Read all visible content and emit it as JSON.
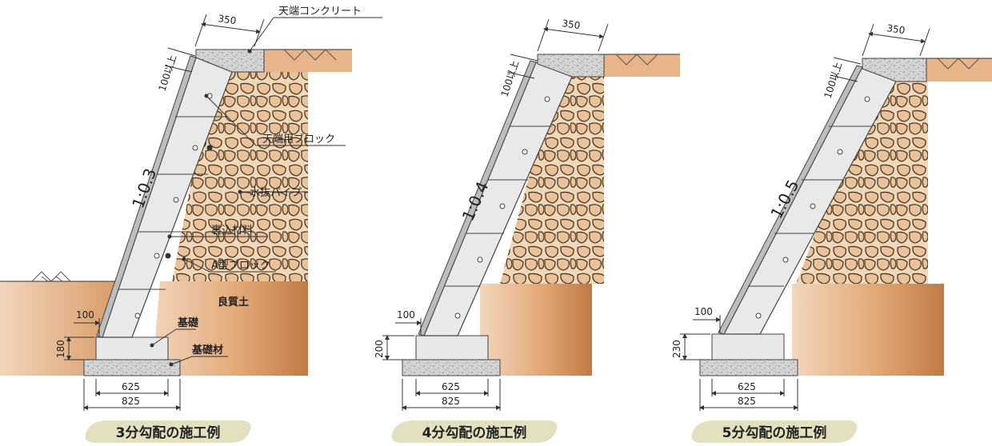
{
  "panels": [
    {
      "slope_label": "1:0.3",
      "caption": "3分勾配の施工例",
      "dim_top": "350",
      "dim_cover": "100以上",
      "dim_toe": "100",
      "dim_height": "180",
      "dim_inner": "625",
      "dim_outer": "825",
      "callouts": {
        "top_concrete": "天端コンクリート",
        "top_block": "天端用ブロック",
        "drain_pipe": "水抜パイプ",
        "backfill": "裏込材料",
        "a_block": "A型ブロック",
        "good_soil": "良質土",
        "foundation": "基礎",
        "foundation_material": "基礎材"
      }
    },
    {
      "slope_label": "1:0.4",
      "caption": "4分勾配の施工例",
      "dim_top": "350",
      "dim_cover": "100以上",
      "dim_toe": "100",
      "dim_height": "200",
      "dim_inner": "625",
      "dim_outer": "825"
    },
    {
      "slope_label": "1:0.5",
      "caption": "5分勾配の施工例",
      "dim_top": "350",
      "dim_cover": "100以上",
      "dim_toe": "100",
      "dim_height": "230",
      "dim_inner": "625",
      "dim_outer": "825"
    }
  ],
  "colors": {
    "soil": "#e4b98f",
    "soil_dark": "#c98650",
    "stone_fill": "#f3d8b7",
    "stone_line": "#4a3a2a",
    "block": "#e6e6e6",
    "concrete": "#cfcfcf",
    "caption_bg": "#e3e0c0"
  }
}
